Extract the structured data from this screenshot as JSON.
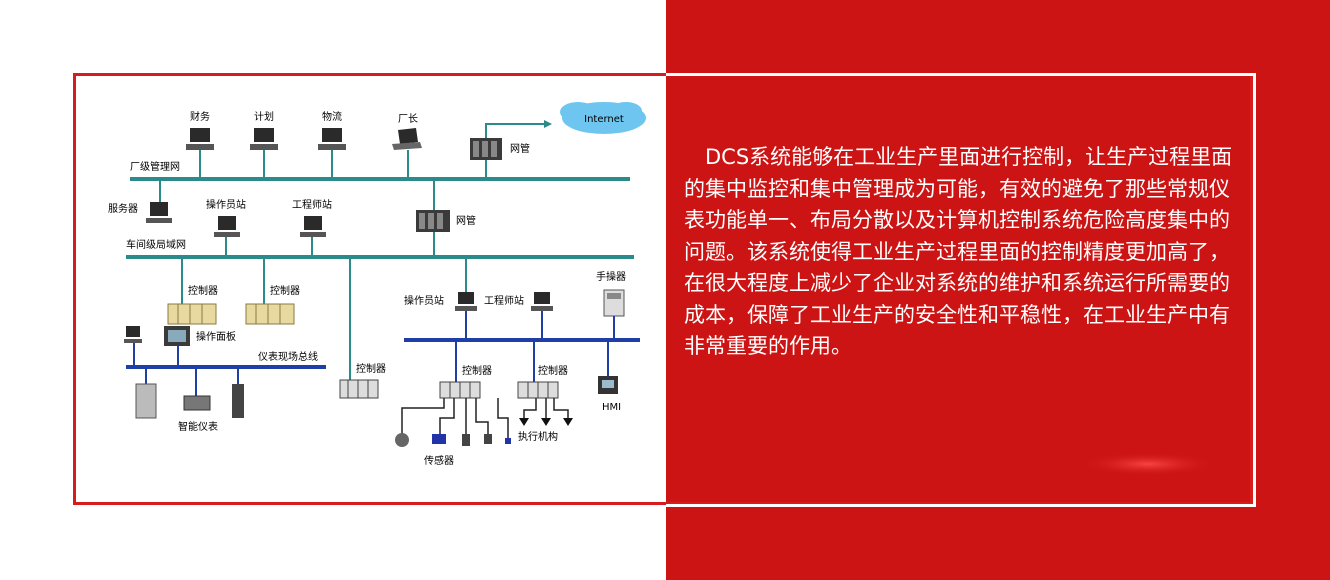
{
  "diagram": {
    "internet": "Internet",
    "plant_network": "厂级管理网",
    "workshop_network": "车间级局域网",
    "fieldbus": "仪表现场总线",
    "top_nodes": [
      "财务",
      "计划",
      "物流",
      "厂长"
    ],
    "gateway_top": "网管",
    "gateway_mid": "网管",
    "server": "服务器",
    "operator_station_1": "操作员站",
    "engineer_station_1": "工程师站",
    "controller_1": "控制器",
    "controller_2": "控制器",
    "operator_panel": "操作面板",
    "smart_instrument": "智能仪表",
    "controller_3": "控制器",
    "operator_station_2": "操作员站",
    "engineer_station_2": "工程师站",
    "handheld": "手操器",
    "controller_4": "控制器",
    "controller_5": "控制器",
    "hmi": "HMI",
    "sensor": "传感器",
    "actuator": "执行机构"
  },
  "description": "DCS系统能够在工业生产里面进行控制，让生产过程里面的集中监控和集中管理成为可能，有效的避免了那些常规仪表功能单一、布局分散以及计算机控制系统危险高度集中的问题。该系统使得工业生产过程里面的控制精度更加高了，在很大程度上减少了企业对系统的维护和系统运行所需要的成本，保障了工业生产的安全性和平稳性，在工业生产中有非常重要的作用。",
  "colors": {
    "accent_red": "#cc1414",
    "bus_teal": "#2b8a8a",
    "bus_blue": "#1f3fa6"
  }
}
